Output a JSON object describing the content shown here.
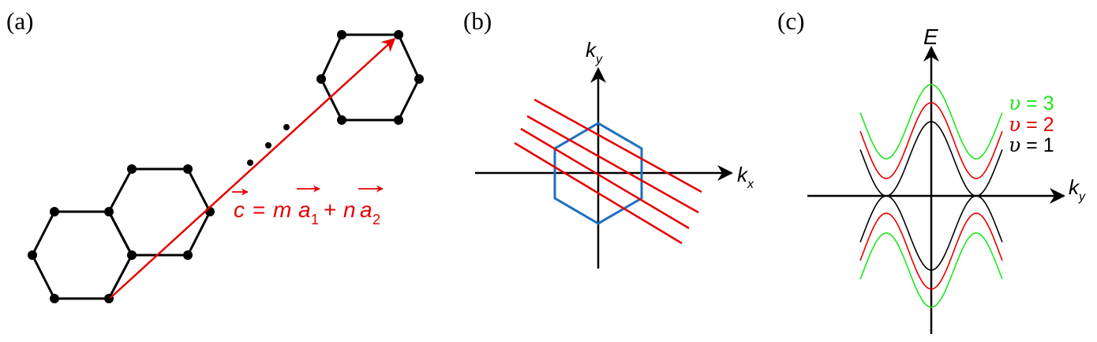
{
  "panels": {
    "a": {
      "label": "(a)",
      "equation": {
        "c": "c",
        "eq": "=",
        "m": "m",
        "a1": "a",
        "sub1": "1",
        "plus": "+",
        "n": "n",
        "a2": "a",
        "sub2": "2"
      },
      "colors": {
        "lattice": "#000000",
        "vector": "#e60000"
      }
    },
    "b": {
      "label": "(b)",
      "kx": "k",
      "kx_sub": "x",
      "ky": "k",
      "ky_sub": "y",
      "colors": {
        "hexagon": "#1f6fbf",
        "lines": "#e60000",
        "axes": "#000000"
      }
    },
    "c": {
      "label": "(c)",
      "E": "E",
      "ky": "k",
      "ky_sub": "y",
      "legend": [
        {
          "sym": "υ",
          "eq": " = ",
          "num": "3",
          "color": "#1ee61e"
        },
        {
          "sym": "υ",
          "eq": " = ",
          "num": "2",
          "color": "#e60000"
        },
        {
          "sym": "υ",
          "eq": " = ",
          "num": "1",
          "color": "#000000"
        }
      ],
      "colors": {
        "axes": "#000000"
      }
    }
  }
}
